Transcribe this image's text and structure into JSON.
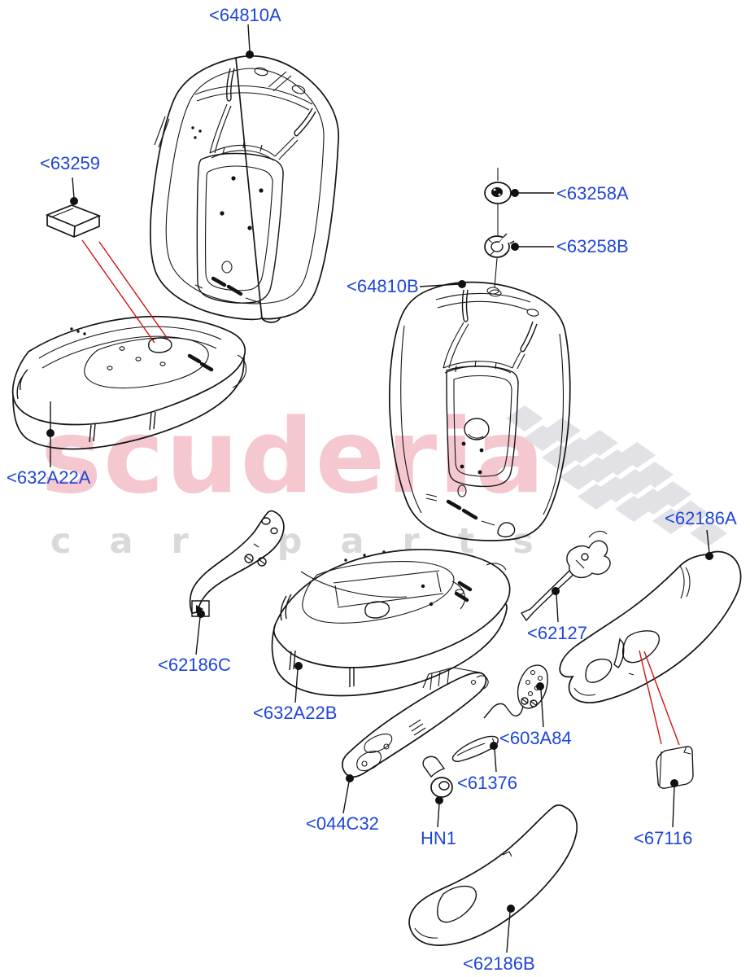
{
  "diagram": {
    "watermark": {
      "brand": "scuderia",
      "tagline": "car parts"
    },
    "colors": {
      "label_blue": "#1f46d9",
      "line_black": "#141414",
      "pointer_red": "#cf1212",
      "watermark_pink": "#f5c7cf",
      "watermark_gray": "#d9d9d9",
      "checker_gray": "#e2e2e6"
    },
    "parts": [
      {
        "code": "64810A",
        "label": "<64810A"
      },
      {
        "code": "63259",
        "label": "<63259"
      },
      {
        "code": "63258A",
        "label": "<63258A"
      },
      {
        "code": "63258B",
        "label": "<63258B"
      },
      {
        "code": "64810B",
        "label": "<64810B"
      },
      {
        "code": "632A22A",
        "label": "<632A22A"
      },
      {
        "code": "62186A",
        "label": "<62186A"
      },
      {
        "code": "62186C",
        "label": "<62186C"
      },
      {
        "code": "62127",
        "label": "<62127"
      },
      {
        "code": "632A22B",
        "label": "<632A22B"
      },
      {
        "code": "603A84",
        "label": "<603A84"
      },
      {
        "code": "61376",
        "label": "<61376"
      },
      {
        "code": "044C32",
        "label": "<044C32"
      },
      {
        "code": "HN1",
        "label": "HN1"
      },
      {
        "code": "67116",
        "label": "<67116"
      },
      {
        "code": "62186B",
        "label": "<62186B"
      }
    ]
  }
}
